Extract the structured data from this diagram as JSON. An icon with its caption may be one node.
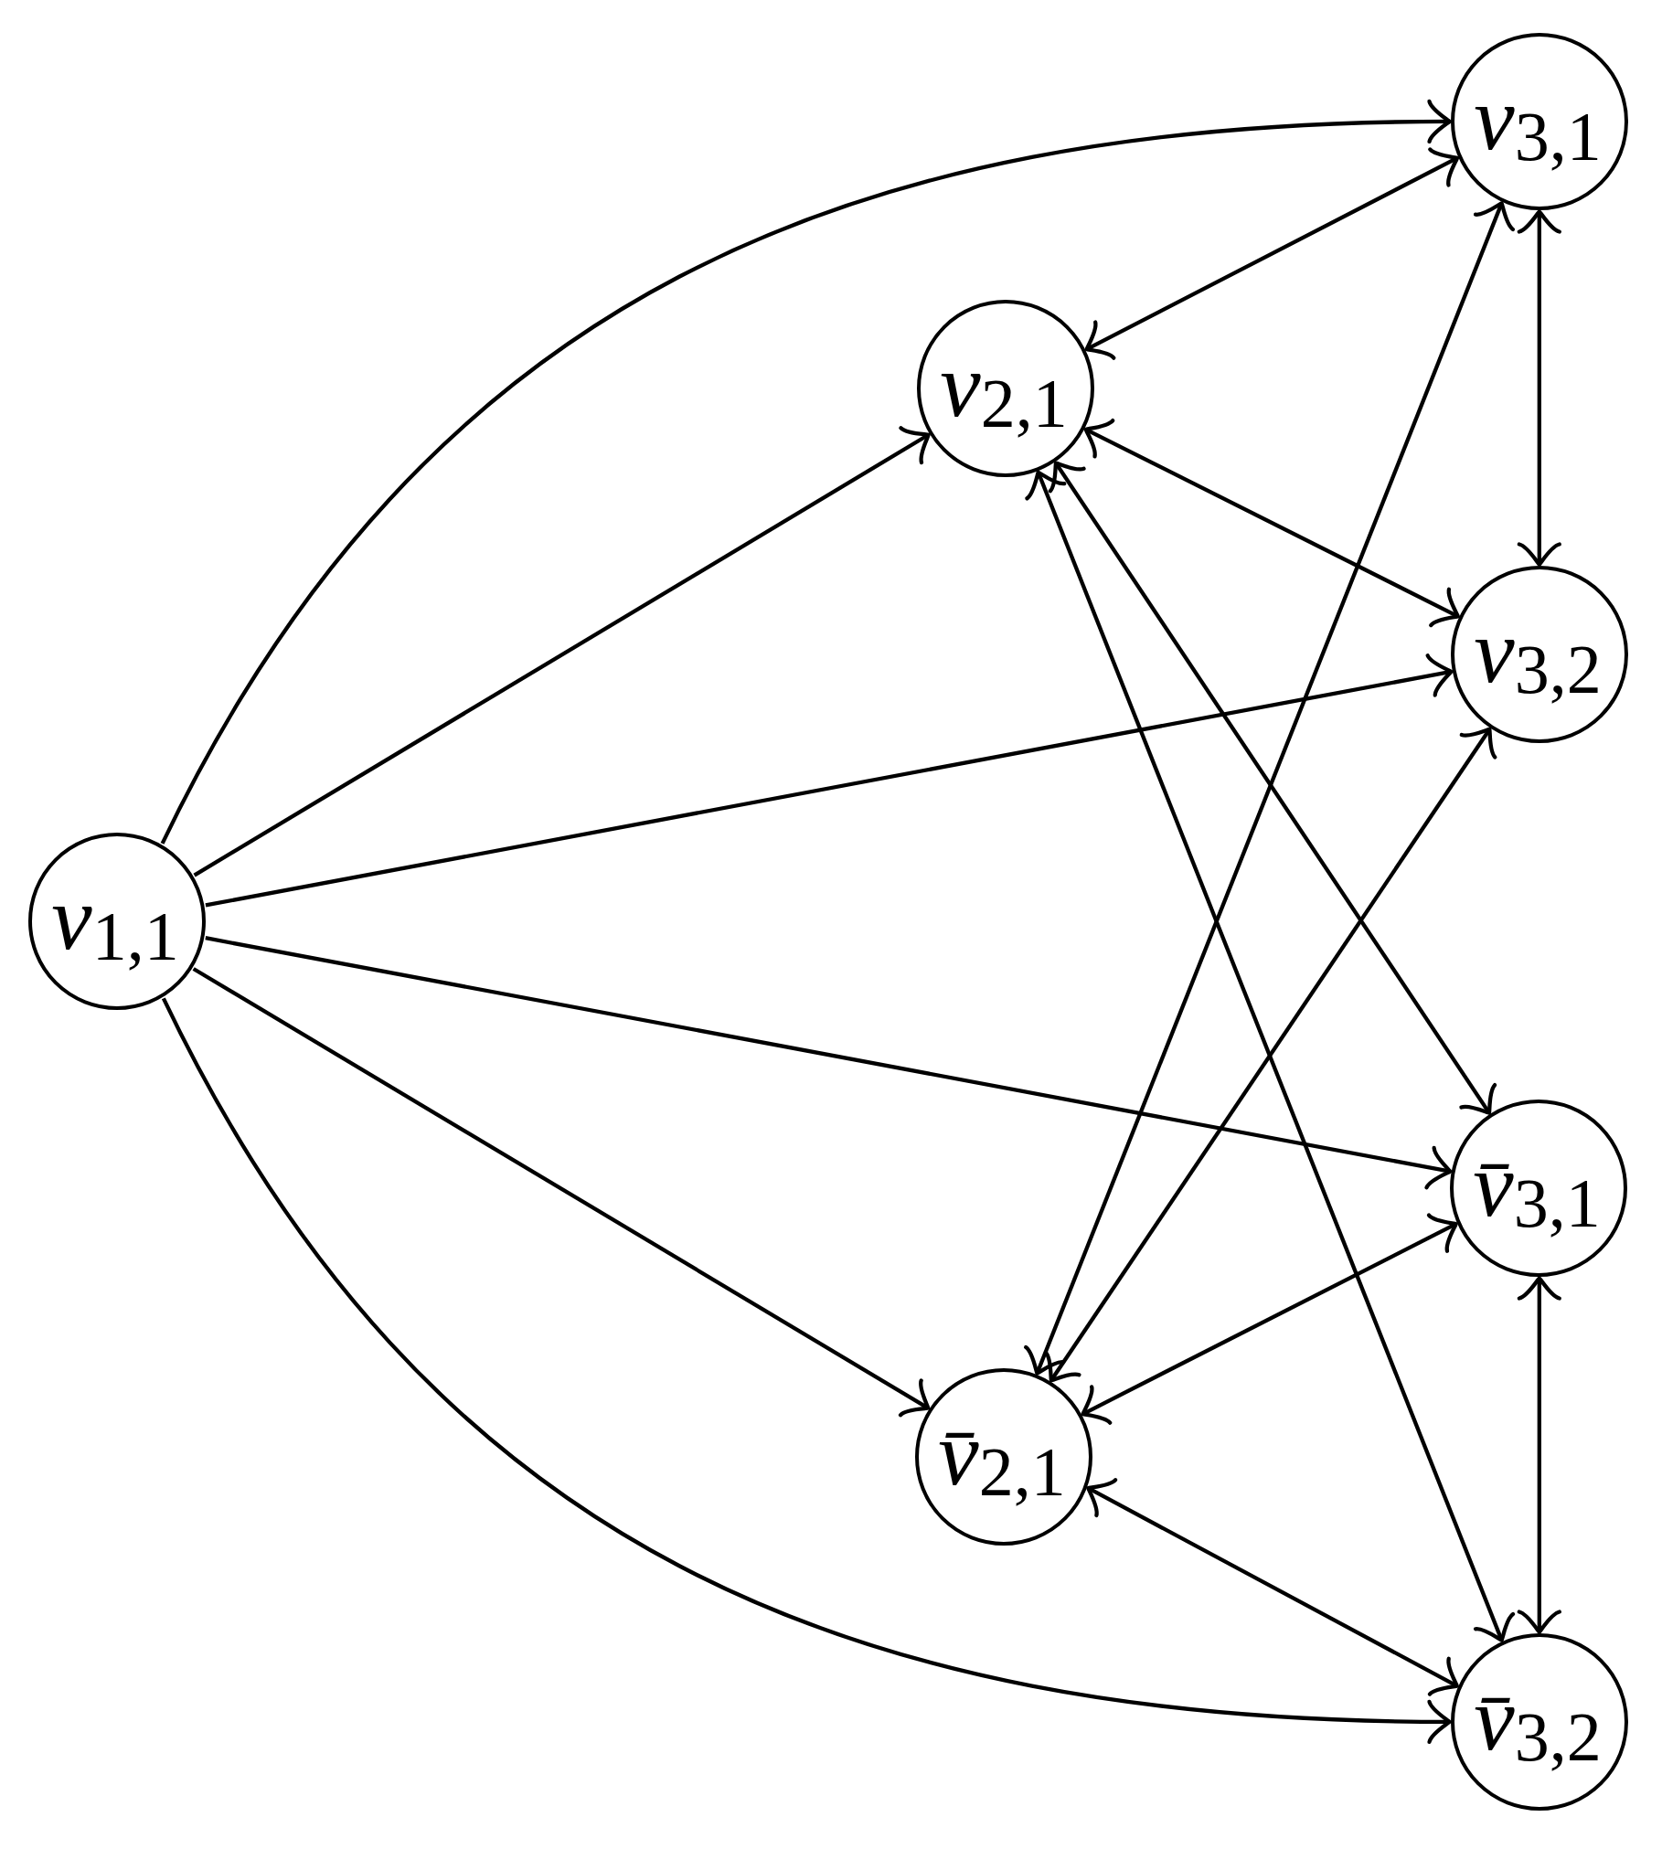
{
  "diagram": {
    "nodes": [
      {
        "text": [
          "*v*$_{1,1}$"
        ]
      },
      {
        "text": [
          "*v*$_{2,1}$"
        ]
      },
      {
        "text": [
          "*v̄*$_{2,1}$"
        ]
      },
      {
        "text": [
          "*v*$_{3,1}$"
        ]
      },
      {
        "text": [
          "*v*$_{3,2}$"
        ]
      },
      {
        "text": [
          "*v̄*$_{3,1}$"
        ]
      },
      {
        "text": [
          "*v̄*$_{3,2}$"
        ]
      }
    ],
    "edges": [
      {
        "from": 0,
        "to": 3,
        "arrow": "to"
      },
      {
        "from": 0,
        "to": 1,
        "arrow": "to"
      },
      {
        "from": 0,
        "to": 4,
        "arrow": "to"
      },
      {
        "from": 0,
        "to": 5,
        "arrow": "to"
      },
      {
        "from": 0,
        "to": 2,
        "arrow": "to"
      },
      {
        "from": 0,
        "to": 6,
        "arrow": "to"
      },
      {
        "from": 1,
        "to": 3,
        "arrow": "both"
      },
      {
        "from": 1,
        "to": 4,
        "arrow": "both"
      },
      {
        "from": 1,
        "to": 5,
        "arrow": "both"
      },
      {
        "from": 1,
        "to": 6,
        "arrow": "both"
      },
      {
        "from": 2,
        "to": 3,
        "arrow": "both"
      },
      {
        "from": 2,
        "to": 4,
        "arrow": "both"
      },
      {
        "from": 2,
        "to": 5,
        "arrow": "both"
      },
      {
        "from": 2,
        "to": 6,
        "arrow": "both"
      },
      {
        "from": 3,
        "to": 4,
        "arrow": "both"
      },
      {
        "from": 5,
        "to": 6,
        "arrow": "both"
      }
    ]
  }
}
